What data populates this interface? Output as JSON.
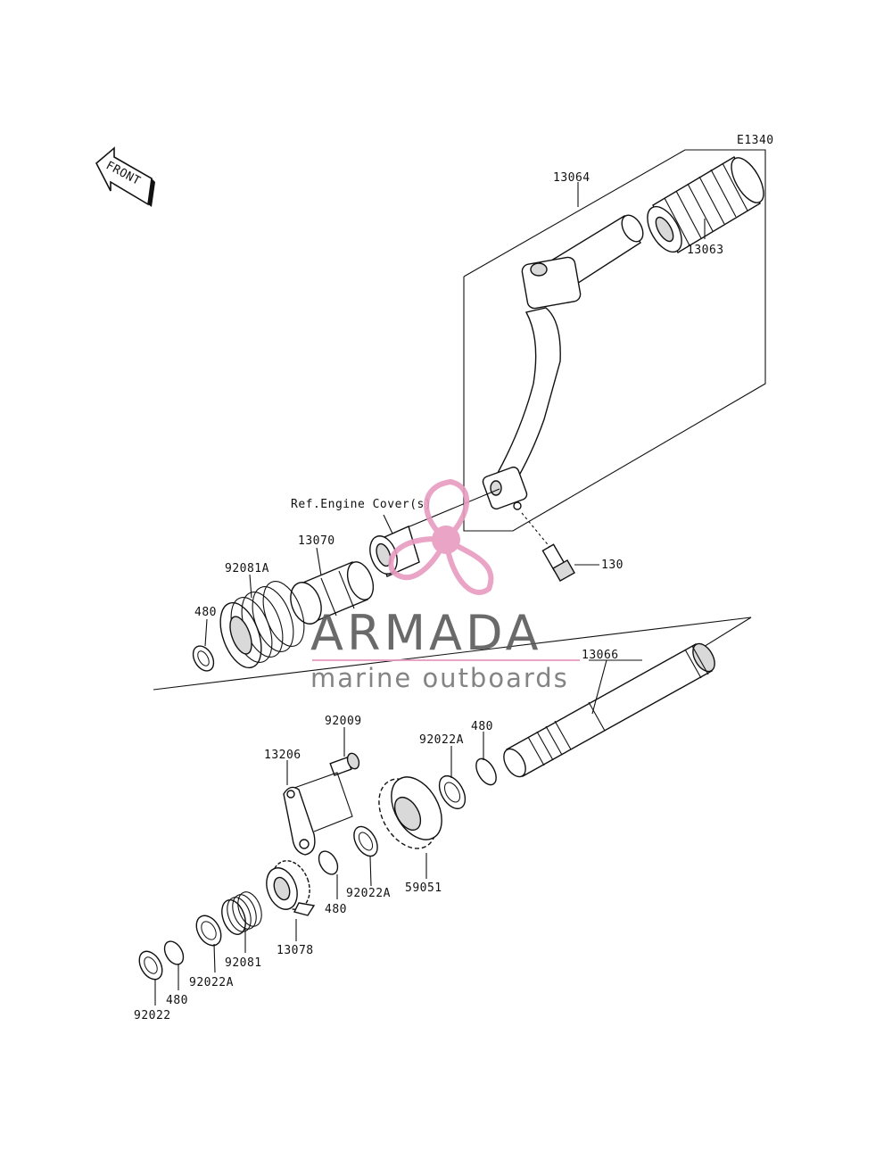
{
  "diagram": {
    "code": "E1340",
    "front_label": "FRONT",
    "reference_note": "Ref.Engine Cover(s)"
  },
  "parts": {
    "p13064": "13064",
    "p13063": "13063",
    "p130": "130",
    "p13070": "13070",
    "p92081A": "92081A",
    "p480_top": "480",
    "p13066": "13066",
    "p92009": "92009",
    "p13206": "13206",
    "p92022A_upper": "92022A",
    "p480_upper": "480",
    "p59051": "59051",
    "p92022A_mid": "92022A",
    "p480_mid": "480",
    "p13078": "13078",
    "p92081": "92081",
    "p92022A_low": "92022A",
    "p480_low": "480",
    "p92022": "92022"
  },
  "watermark": {
    "brand": "ARMADA",
    "tagline": "marine outboards",
    "accent_color": "#e89bc0",
    "text_color": "#5a5a5a"
  }
}
